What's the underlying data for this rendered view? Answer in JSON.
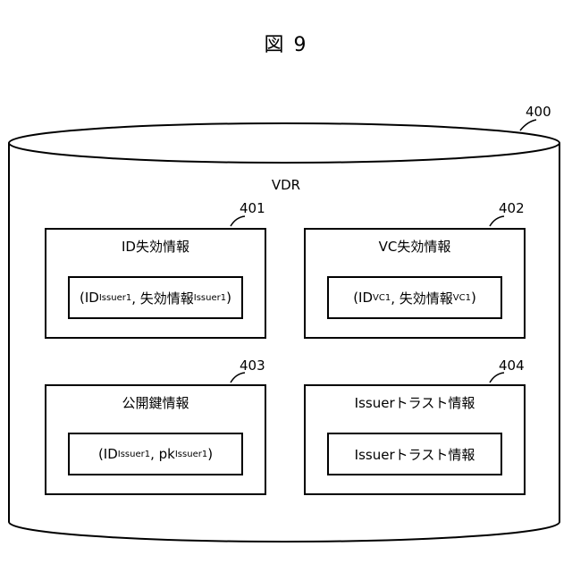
{
  "figure_title": "図 9",
  "store": {
    "ref": "400",
    "label": "VDR"
  },
  "boxes": [
    {
      "ref": "401",
      "title": "ID失効情報",
      "entry": {
        "open": "(ID",
        "sub1": "Issuer1",
        "sep": ", 失効情報",
        "sub2": "Issuer1",
        "close": ")"
      }
    },
    {
      "ref": "402",
      "title": "VC失効情報",
      "entry": {
        "open": "(ID",
        "sub1": "VC1",
        "sep": ", 失効情報",
        "sub2": "VC1",
        "close": ")"
      }
    },
    {
      "ref": "403",
      "title": "公開鍵情報",
      "entry": {
        "open": "(ID",
        "sub1": "Issuer1",
        "sep": ", pk",
        "sub2": "Issuer1",
        "close": ")"
      }
    },
    {
      "ref": "404",
      "title": "Issuerトラスト情報",
      "entry": {
        "text": "Issuerトラスト情報"
      }
    }
  ]
}
